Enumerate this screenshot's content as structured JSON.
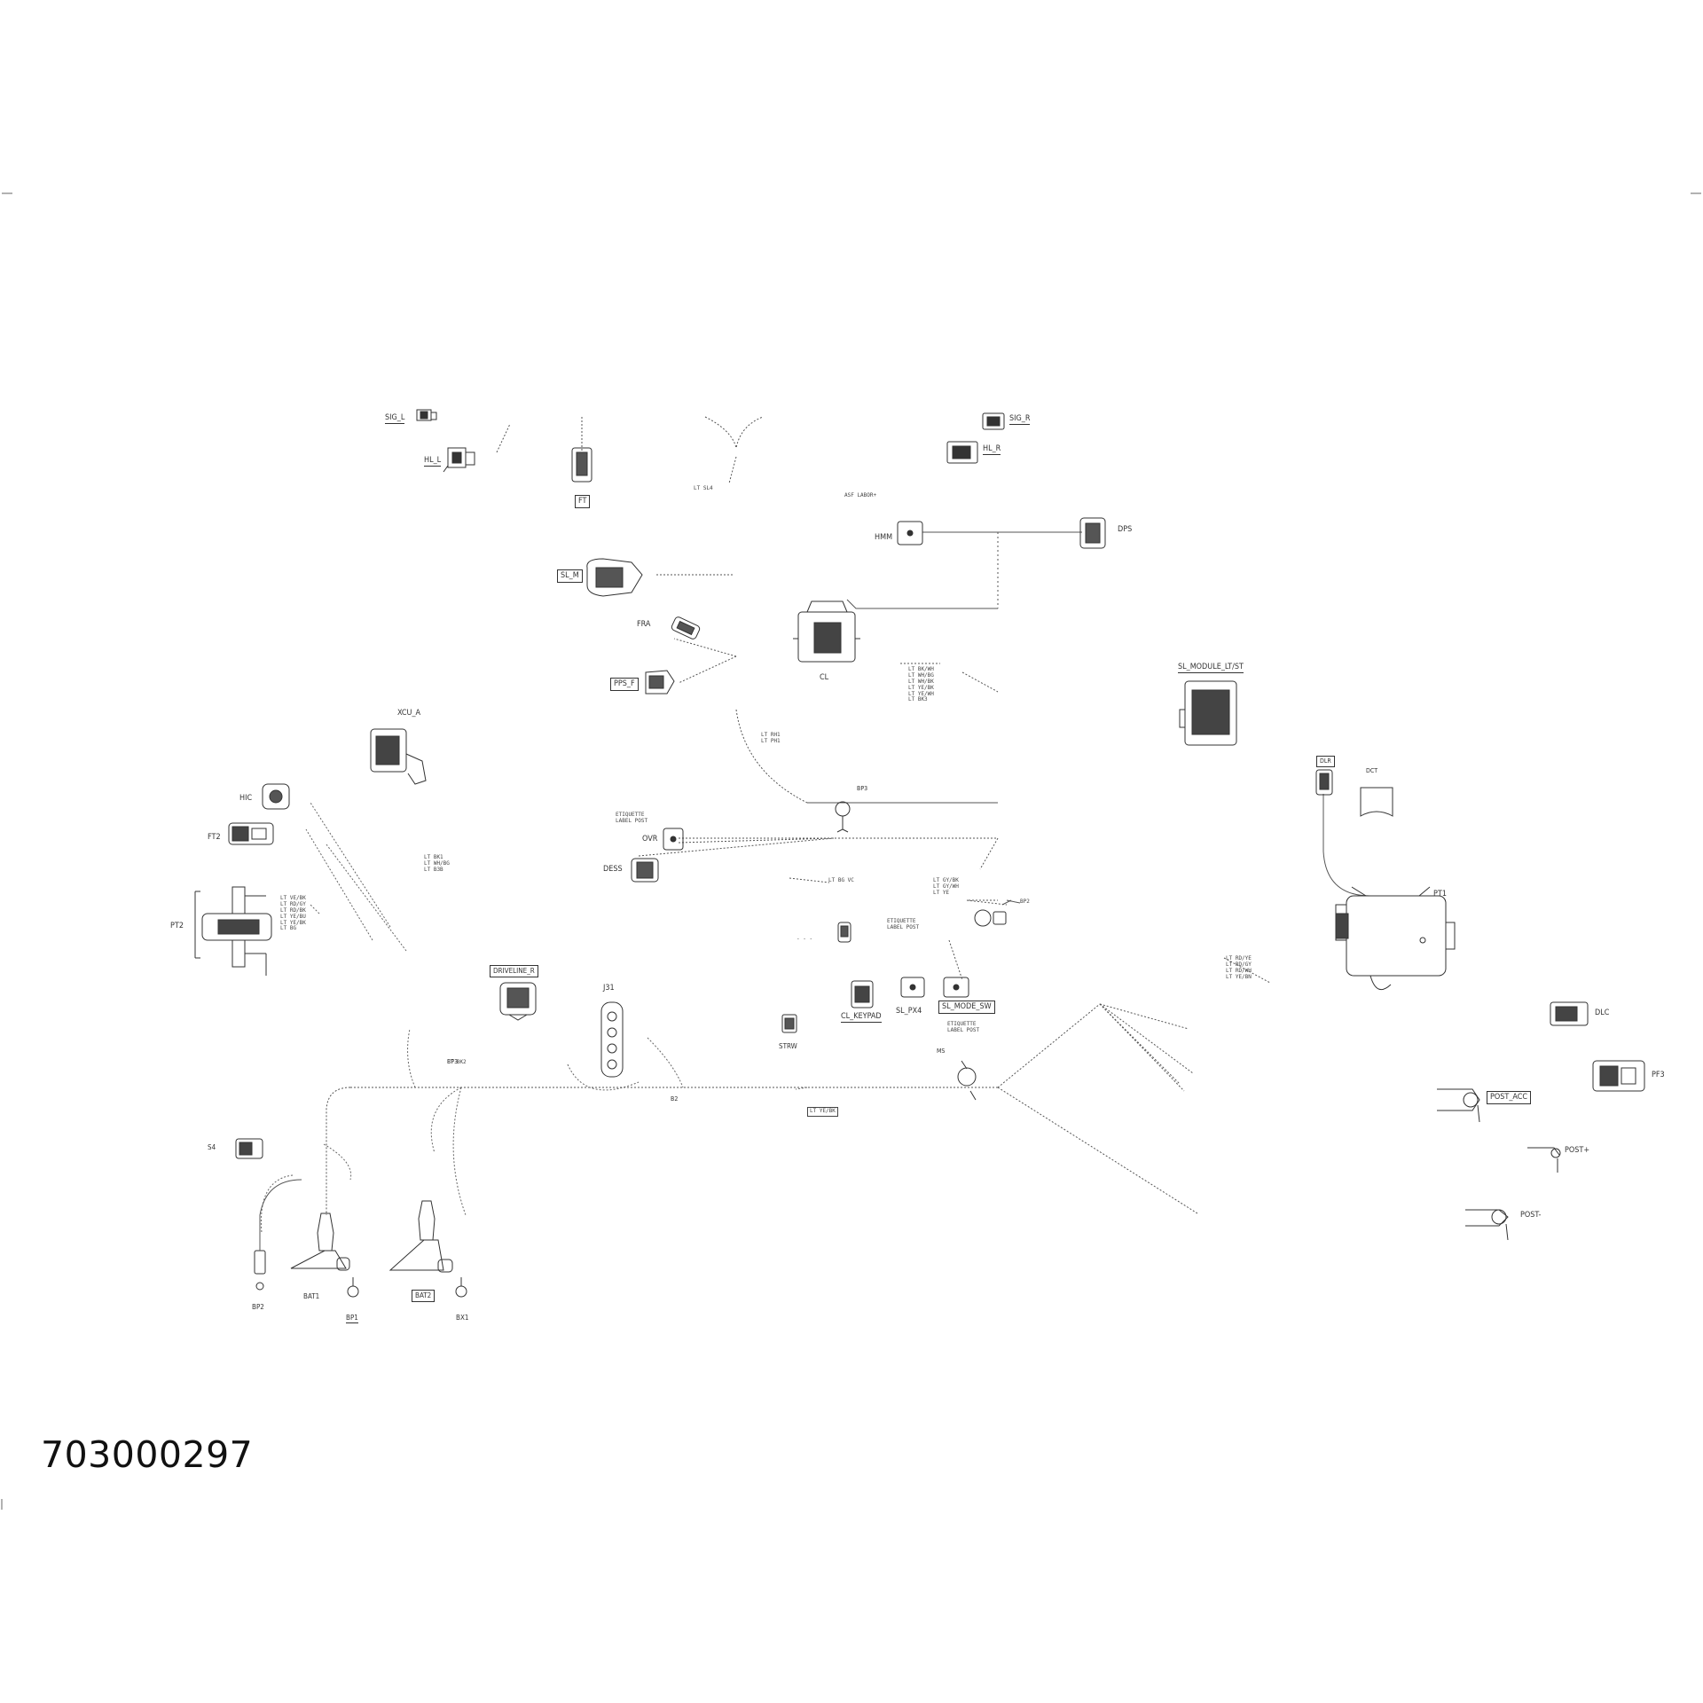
{
  "part_number": "703000297",
  "connectors": {
    "sig_l": "SIG_L",
    "hl_l": "HL_L",
    "ft": "FT",
    "sig_r": "SIG_R",
    "hl_r": "HL_R",
    "hmm": "HMM",
    "dps": "DPS",
    "sl_m": "SL_M",
    "fra": "FRA",
    "pps_f": "PPS_F",
    "cl": "CL",
    "sl_module": "SL_MODULE_LT/ST",
    "xcu_a": "XCU_A",
    "hic": "HIC",
    "ft2": "FT2",
    "pt2": "PT2",
    "ovr": "OVR",
    "dess": "DESS",
    "bp3": "BP3",
    "dlr": "DLR",
    "dct": "DCT",
    "pt1": "PT1",
    "dlc": "DLC",
    "pf3": "PF3",
    "post_acc": "POST_ACC",
    "post_plus": "POST+",
    "post_minus": "POST-",
    "driveline": "DRIVELINE_R",
    "j31": "J31",
    "strw": "STRW",
    "cl_keypad": "CL_KEYPAD",
    "sl_px4": "SL_PX4",
    "sl_mode_sw": "SL_MODE_SW",
    "ms": "MS",
    "s4": "S4",
    "bp2": "BP2",
    "bat1": "BAT1",
    "bp1": "BP1",
    "bat2": "BAT2",
    "bx1": "BX1",
    "b2": "B2",
    "bp3b": "BP3"
  },
  "wire_notes": {
    "hmm_note": "ASF LABOR+",
    "lt_sl4": "LT SL4",
    "cl_list": "LT BK/WH\nLT WH/BG\nLT WH/BK\nLT YE/BK\nLT YE/WH\nLT BK3",
    "lt_pair": "LT RH1\nLT PH1",
    "ovr_note": "ETIQUETTE\nLABEL POST",
    "xcu_list": "LT BK1\nLT WH/BG\nLT B3B",
    "pt2_list": "LT VE/BK\nLT RD/GY\nLT RD/BK\nLT YE/BU\nLT YE/BK\nLT BG",
    "lt_bg": "LT BG VC",
    "ms_list": "LT GY/BK\nLT GY/WH\nLT YE",
    "bp2_mark": "BP2",
    "label_post": "ETIQUETTE\nLABEL POST",
    "keypad_dash": "- - -",
    "mode_note": "ETIQUETTE\nLABEL POST",
    "pt1_list": "LT RD/YE\nLT RD/GY\nLT RD/WH\nLT YE/BN",
    "lt_bk2": "LT BK2",
    "lt_ye_bk": "LT YE/BK"
  }
}
